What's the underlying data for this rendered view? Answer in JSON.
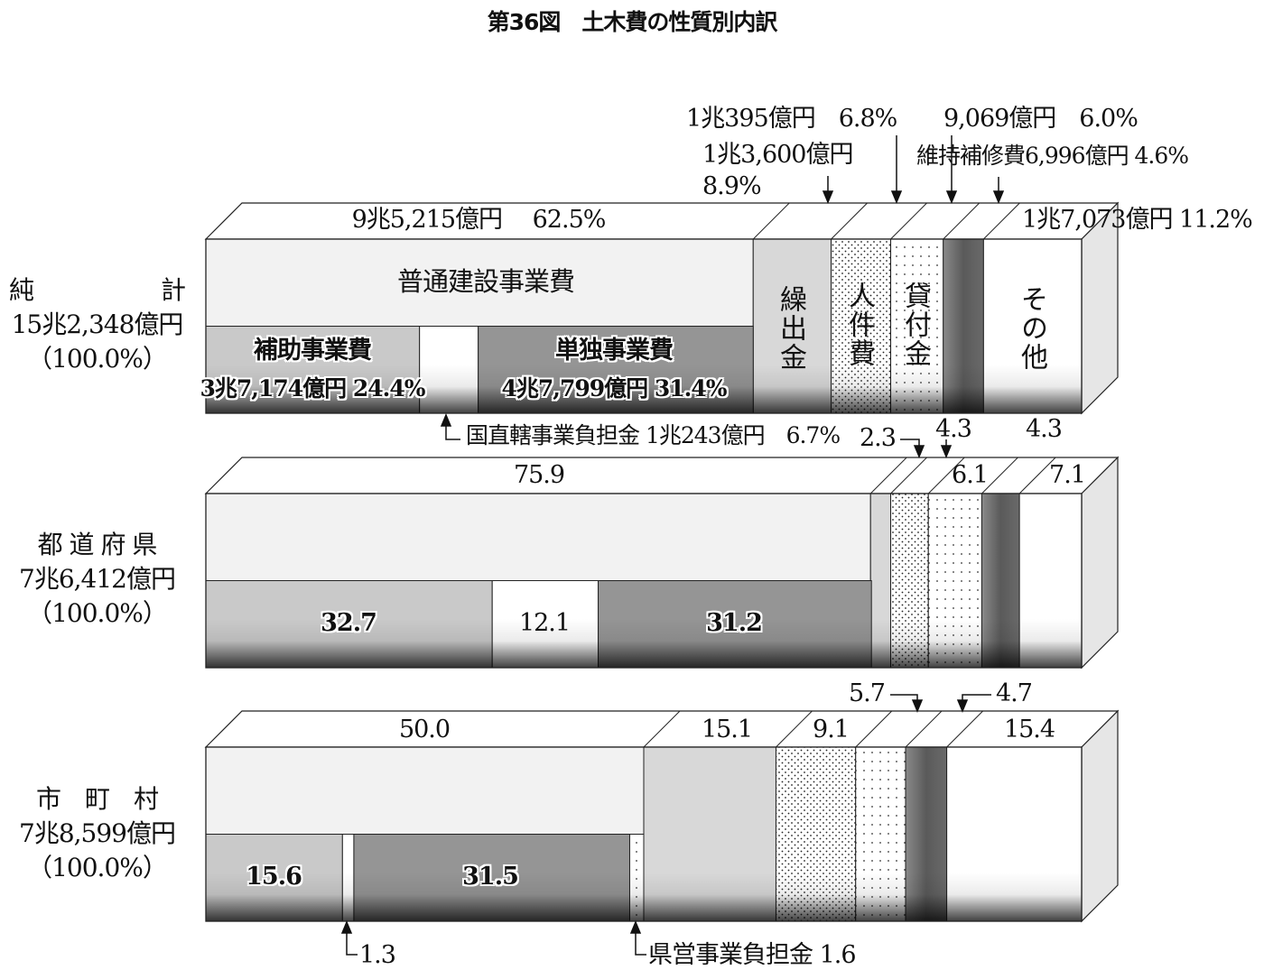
{
  "chart_data": {
    "type": "bar",
    "title": "第36図　土木費の性質別内訳",
    "stacked": true,
    "orientation": "horizontal",
    "categories": [
      "純計",
      "都道府県",
      "市町村"
    ],
    "row_labels": [
      {
        "name": "純　　計",
        "total": "15兆2,348億円",
        "pct": "（100.0%）"
      },
      {
        "name": "都 道 府 県",
        "total": "7兆6,412億円",
        "pct": "（100.0%）"
      },
      {
        "name": "市　町　村",
        "total": "7兆8,599億円",
        "pct": "（100.0%）"
      }
    ],
    "series": [
      {
        "name": "普通建設事業費",
        "values": [
          62.5,
          75.9,
          50.0
        ],
        "color": "#f2f2f2"
      },
      {
        "name": "繰出金",
        "values": [
          8.9,
          2.3,
          15.1
        ],
        "color": "#d8d8d8"
      },
      {
        "name": "人件費",
        "values": [
          6.8,
          4.3,
          9.1
        ],
        "color": "dots-dense"
      },
      {
        "name": "貸付金",
        "values": [
          6.0,
          6.1,
          5.7
        ],
        "color": "dots-sparse"
      },
      {
        "name": "維持補修費",
        "values": [
          4.6,
          4.3,
          4.7
        ],
        "color": "#666666"
      },
      {
        "name": "その他",
        "values": [
          11.2,
          7.1,
          15.4
        ],
        "color": "#ffffff"
      }
    ],
    "sub_series": [
      {
        "name": "補助事業費",
        "values": [
          24.4,
          32.7,
          15.6
        ],
        "color": "#c9c9c9"
      },
      {
        "name": "国直轄事業負担金",
        "values": [
          6.7,
          12.1,
          1.3
        ],
        "color": "#ffffff"
      },
      {
        "name": "単独事業費",
        "values": [
          31.4,
          31.2,
          31.5
        ],
        "color": "#959595"
      },
      {
        "name": "県営事業負担金",
        "values": [
          0,
          0,
          1.6
        ],
        "color": "dots-sparse"
      }
    ],
    "annotations": {
      "r0_top_main": "9兆5,215億円　 62.5%",
      "r0_main_label": "普通建設事業費",
      "r0_hojo_label": "補助事業費",
      "r0_hojo_val": "3兆7,174億円 24.4%",
      "r0_tandoku_label": "単独事業費",
      "r0_tandoku_val": "4兆7,799億円 31.4%",
      "r0_kuridashi": "繰出金",
      "r0_jinken": "人件費",
      "r0_kashitsuke": "貸付金",
      "r0_sonota": "その他",
      "r0_kuridashi_amt": "1兆3,600億円",
      "r0_kuridashi_pct": "8.9%",
      "r0_jinken_amt": "1兆395億円　6.8%",
      "r0_kashi_amt": "9,069億円　6.0%",
      "r0_iji_amt": "維持補修費6,996億円 4.6%",
      "r0_sonota_amt": "1兆7,073億円 11.2%",
      "r0_kokuchoku": "国直轄事業負担金 1兆243億円　6.7%",
      "r1_main": "75.9",
      "r1_kuridashi": "2.3",
      "r1_jinken": "4.3",
      "r1_kashi": "6.1",
      "r1_iji": "4.3",
      "r1_sonota": "7.1",
      "r1_hojo": "32.7",
      "r1_kokuchoku": "12.1",
      "r1_tandoku": "31.2",
      "r2_main": "50.0",
      "r2_kuridashi": "15.1",
      "r2_jinken": "9.1",
      "r2_kashi": "5.7",
      "r2_iji": "4.7",
      "r2_sonota": "15.4",
      "r2_hojo": "15.6",
      "r2_kokuchoku": "1.3",
      "r2_tandoku": "31.5",
      "r2_kenei": "県営事業負担金 1.6"
    },
    "xlim": [
      0,
      100
    ]
  }
}
